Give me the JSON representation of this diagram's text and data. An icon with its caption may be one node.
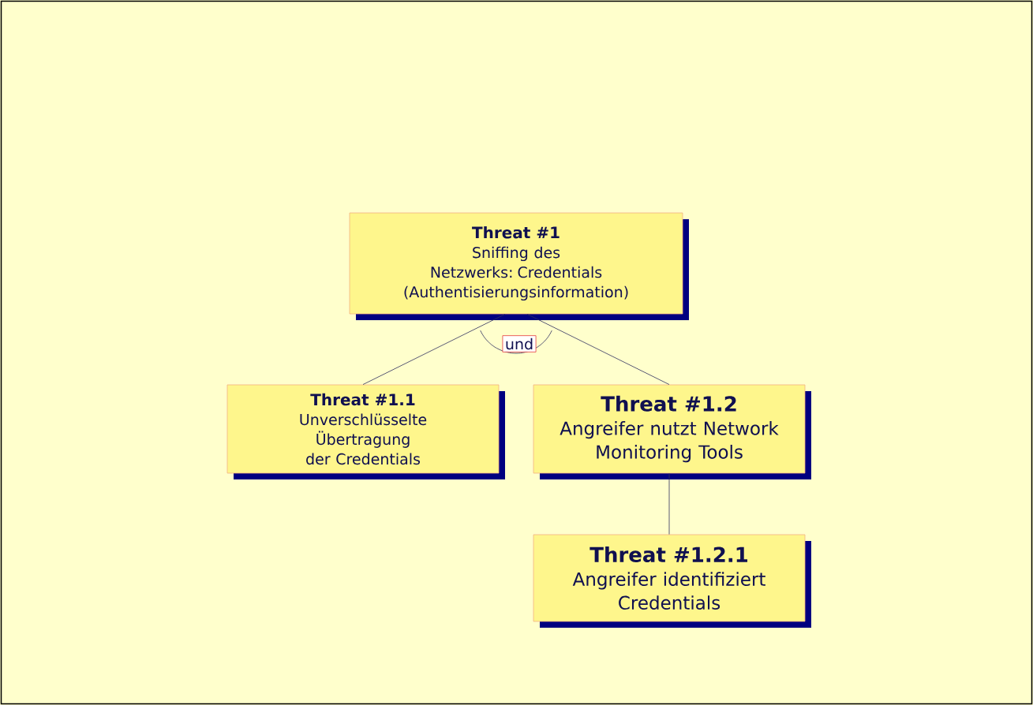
{
  "diagram": {
    "nodes": [
      {
        "text": [
          "Threat #1",
          "Sniffing des Netzwerks: Credentials (Authentisierungsinformation)"
        ]
      },
      {
        "text": [
          "Threat #1.1",
          "Unverschlüsselte Übertragung der Credentials"
        ]
      },
      {
        "text": [
          "Threat #1.2",
          "Angreifer nutzt Network Monitoring Tools"
        ]
      },
      {
        "text": [
          "Threat #1.2.1",
          "Angreifer identifiziert Credentials"
        ]
      }
    ],
    "edges": [
      {
        "from": 0,
        "to": 1,
        "arrow": "none"
      },
      {
        "from": 0,
        "to": 2,
        "arrow": "none"
      },
      {
        "from": 2,
        "to": 3,
        "arrow": "none"
      }
    ],
    "labels": [
      "und"
    ]
  }
}
